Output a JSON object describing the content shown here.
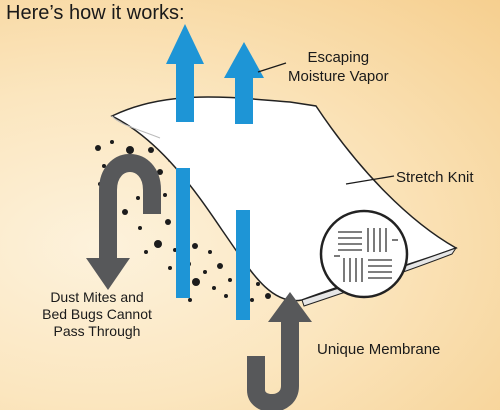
{
  "heading": "Here’s how it works:",
  "labels": {
    "vapor": [
      "Escaping",
      "Moisture Vapor"
    ],
    "knit": "Stretch Knit",
    "mites": [
      "Dust Mites and",
      "Bed Bugs Cannot",
      "Pass Through"
    ],
    "membrane": "Unique Membrane"
  },
  "colors": {
    "vapor_arrow": "#1e95d6",
    "pest_arrow": "#57585a",
    "dots": "#1c1c1c",
    "fabric": "#ffffff",
    "outline": "#222222"
  },
  "icons": [
    "vapor-arrow-icon",
    "dust-mite-arrow-icon",
    "membrane-arrow-icon",
    "knit-weave-icon"
  ]
}
